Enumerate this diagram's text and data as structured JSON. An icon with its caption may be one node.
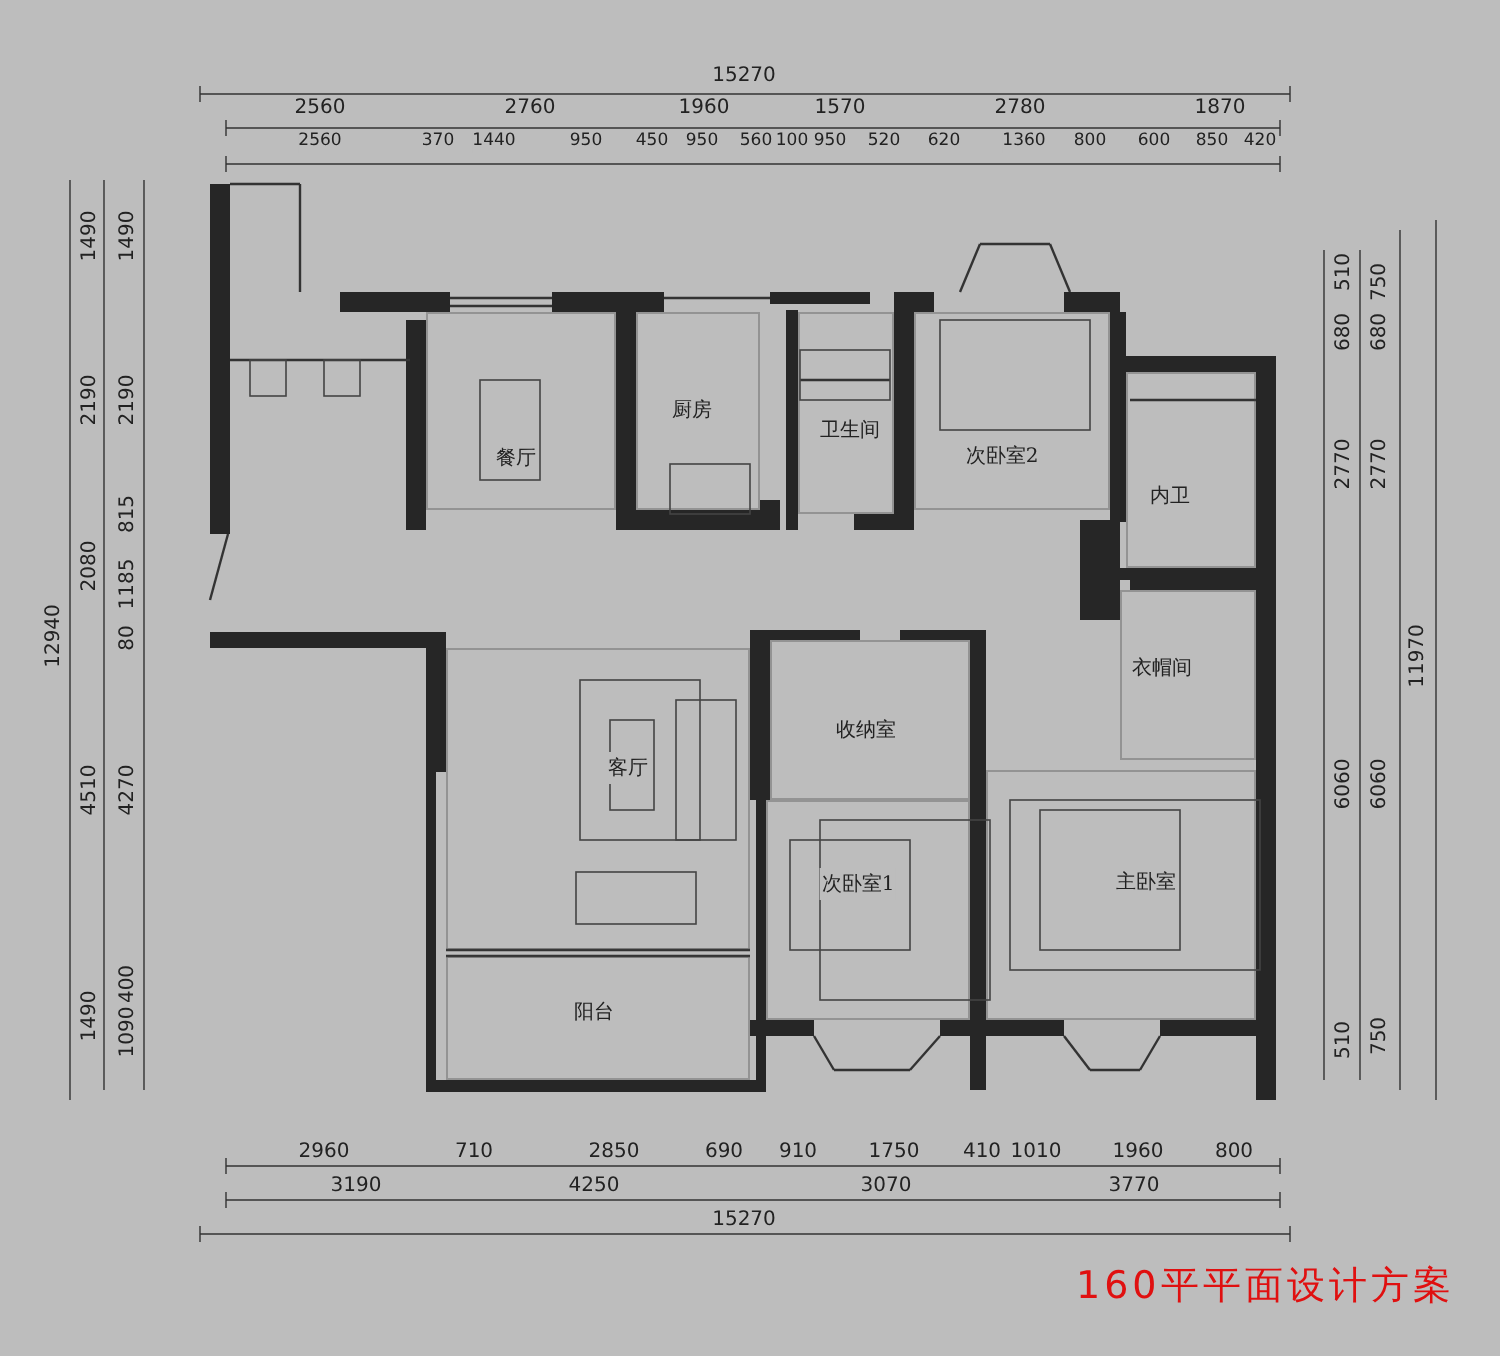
{
  "diagram": {
    "caption": "160平平面设计方案",
    "nodes": [
      {
        "text": [
          "餐厅"
        ]
      },
      {
        "text": [
          "厨房"
        ]
      },
      {
        "text": [
          "卫生间"
        ]
      },
      {
        "text": [
          "次卧室2"
        ]
      },
      {
        "text": [
          "内卫"
        ]
      },
      {
        "text": [
          "衣帽间"
        ]
      },
      {
        "text": [
          "收纳室"
        ]
      },
      {
        "text": [
          "客厅"
        ]
      },
      {
        "text": [
          "次卧室1"
        ]
      },
      {
        "text": [
          "主卧室"
        ]
      },
      {
        "text": [
          "阳台"
        ]
      }
    ],
    "labels": [
      "15270",
      "2560",
      "2760",
      "1960",
      "1570",
      "2780",
      "1870",
      "2560",
      "370",
      "1440",
      "950",
      "450",
      "950",
      "560",
      "100",
      "950",
      "520",
      "620",
      "1360",
      "800",
      "600",
      "850",
      "420",
      "12940",
      "1490",
      "2190",
      "2080",
      "4510",
      "1490",
      "1490",
      "2190",
      "815",
      "1185",
      "80",
      "4270",
      "400",
      "1090",
      "510",
      "680",
      "2770",
      "6060",
      "510",
      "750",
      "680",
      "2770",
      "6060",
      "750",
      "11970",
      "2960",
      "710",
      "2850",
      "690",
      "910",
      "1750",
      "410",
      "1010",
      "1960",
      "800",
      "3190",
      "4250",
      "3070",
      "3770",
      "15270"
    ]
  }
}
